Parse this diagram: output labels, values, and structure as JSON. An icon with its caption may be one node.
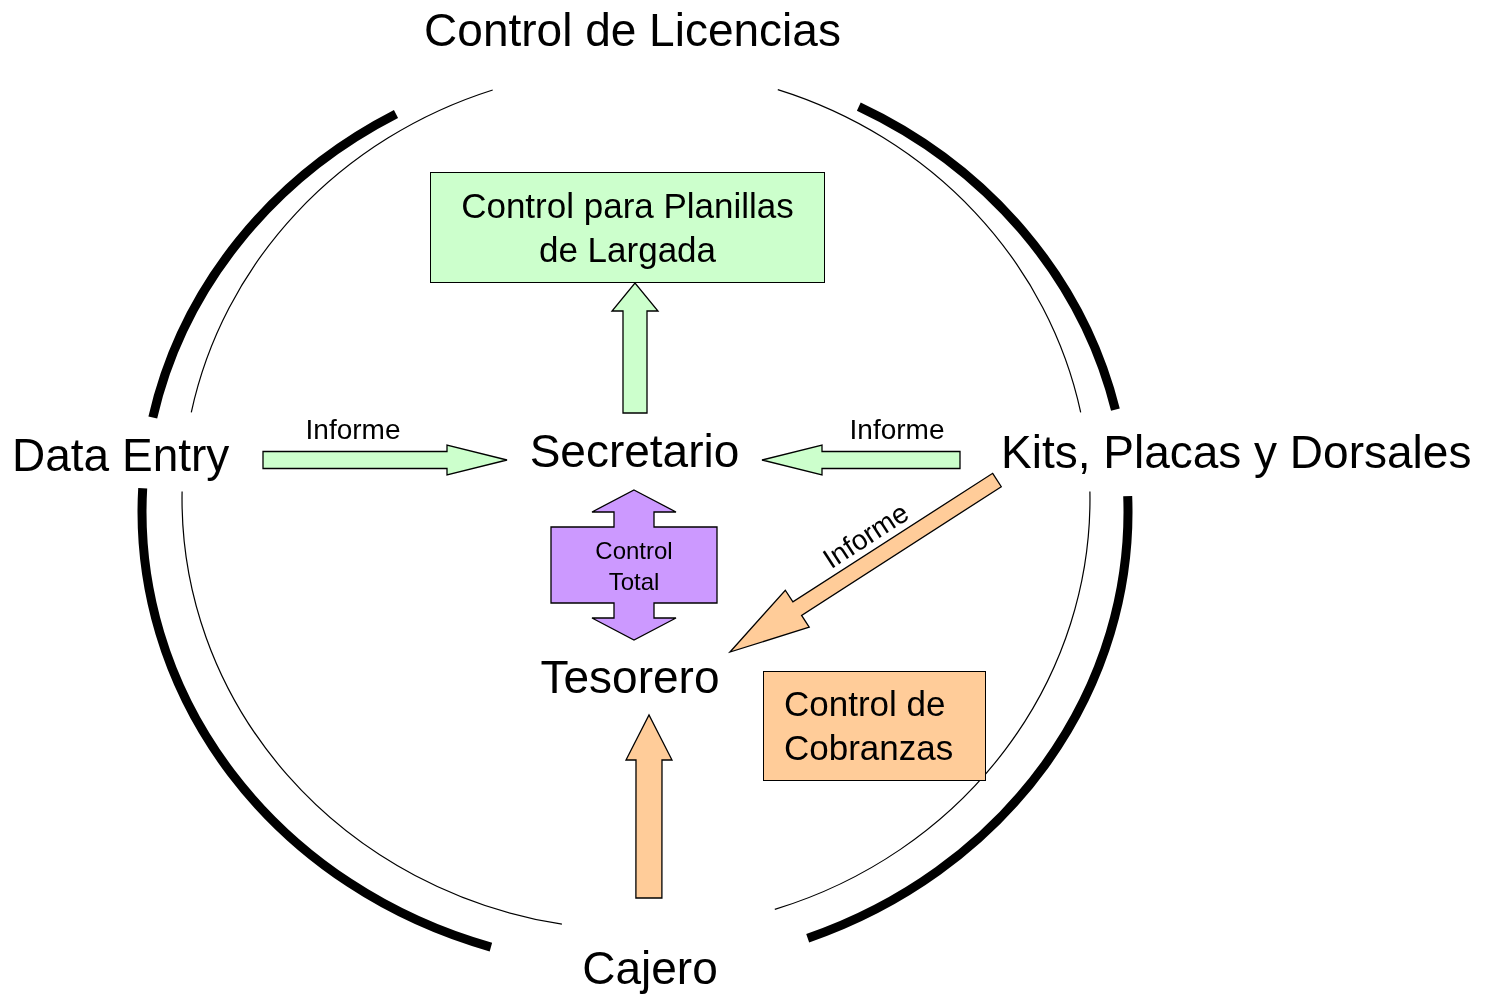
{
  "diagram": {
    "nodes": [
      {
        "text": [
          "Control de Licencias"
        ]
      },
      {
        "text": [
          "Control para Planillas de Largada"
        ]
      },
      {
        "text": [
          "Data Entry"
        ]
      },
      {
        "text": [
          "Secretario"
        ]
      },
      {
        "text": [
          "Kits, Placas y Dorsales"
        ]
      },
      {
        "text": [
          "Tesorero"
        ]
      },
      {
        "text": [
          "Control de Cobranzas"
        ]
      },
      {
        "text": [
          "Cajero"
        ]
      }
    ],
    "edges": [
      {
        "from": 3,
        "to": 1,
        "arrow": "to"
      },
      {
        "from": 2,
        "to": 3,
        "arrow": "to",
        "label": "Informe"
      },
      {
        "from": 4,
        "to": 3,
        "arrow": "to",
        "label": "Informe"
      },
      {
        "from": 4,
        "to": 5,
        "arrow": "to",
        "label": "Informe",
        "color": "#ffcc99"
      },
      {
        "from": 3,
        "to": 5,
        "arrow": "both",
        "label": "Control Total",
        "color": "#cc99ff"
      },
      {
        "from": 7,
        "to": 5,
        "arrow": "to",
        "color": "#ffcc99"
      }
    ]
  }
}
